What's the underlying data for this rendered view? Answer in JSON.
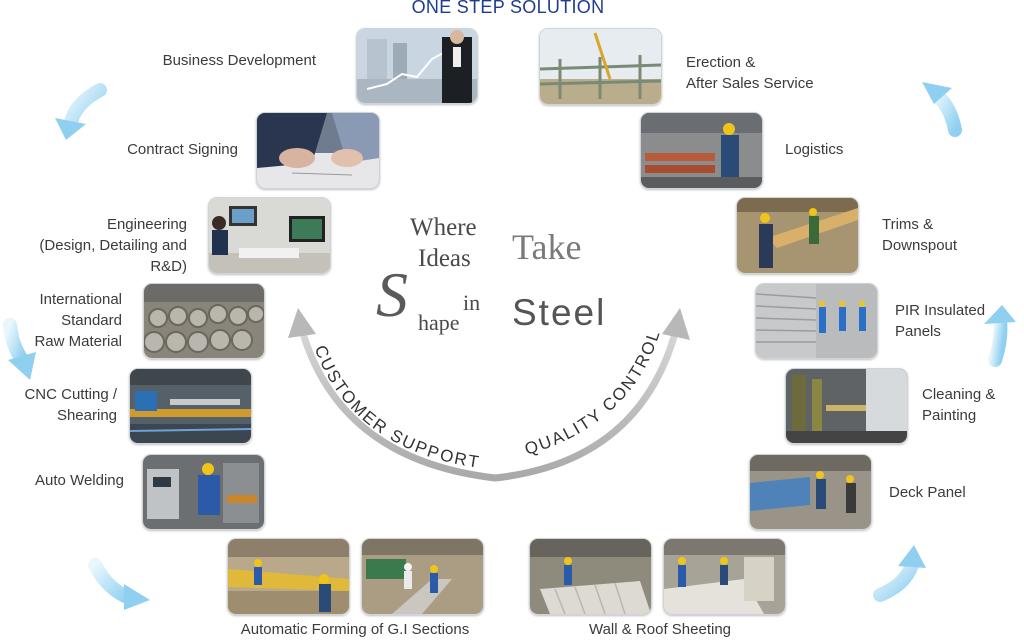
{
  "title": "ONE STEP SOLUTION",
  "center": {
    "where": "Where",
    "ideas": "Ideas",
    "in": "in",
    "s_letter": "S",
    "hape": "hape",
    "take": "Take",
    "steel": "Steel",
    "left_arc": "CUSTOMER SUPPORT",
    "right_arc": "QUALITY CONTROL"
  },
  "left_steps": {
    "business": "Business Development",
    "contract": "Contract Signing",
    "engineering_1": "Engineering",
    "engineering_2": "(Design, Detailing and R&D)",
    "raw_1": "International",
    "raw_2": "Standard",
    "raw_3": "Raw Material",
    "cnc_1": "CNC Cutting /",
    "cnc_2": "Shearing",
    "welding": "Auto Welding"
  },
  "bottom_steps": {
    "forming": "Automatic Forming of G.I Sections",
    "sheeting": "Wall & Roof Sheeting"
  },
  "right_steps": {
    "erection_1": "Erection &",
    "erection_2": "After Sales Service",
    "logistics": "Logistics",
    "trims_1": "Trims &",
    "trims_2": "Downspout",
    "pir_1": "PIR Insulated",
    "pir_2": "Panels",
    "cleaning_1": "Cleaning &",
    "cleaning_2": "Painting",
    "deck": "Deck Panel"
  },
  "colors": {
    "title": "#1f3c8c",
    "arrow_grey": "#b4b4b4",
    "accent_blue": "#8fd0f0"
  },
  "photo_icons": [
    "business-meeting-photo",
    "contract-signing-photo",
    "engineering-workstation-photo",
    "steel-coils-photo",
    "cnc-machine-photo",
    "welding-photo",
    "forming-line-photo",
    "forming-line-2-photo",
    "roof-sheeting-photo",
    "roof-sheeting-2-photo",
    "deck-panel-photo",
    "painting-photo",
    "pir-panels-photo",
    "trims-photo",
    "logistics-photo",
    "erection-photo"
  ]
}
